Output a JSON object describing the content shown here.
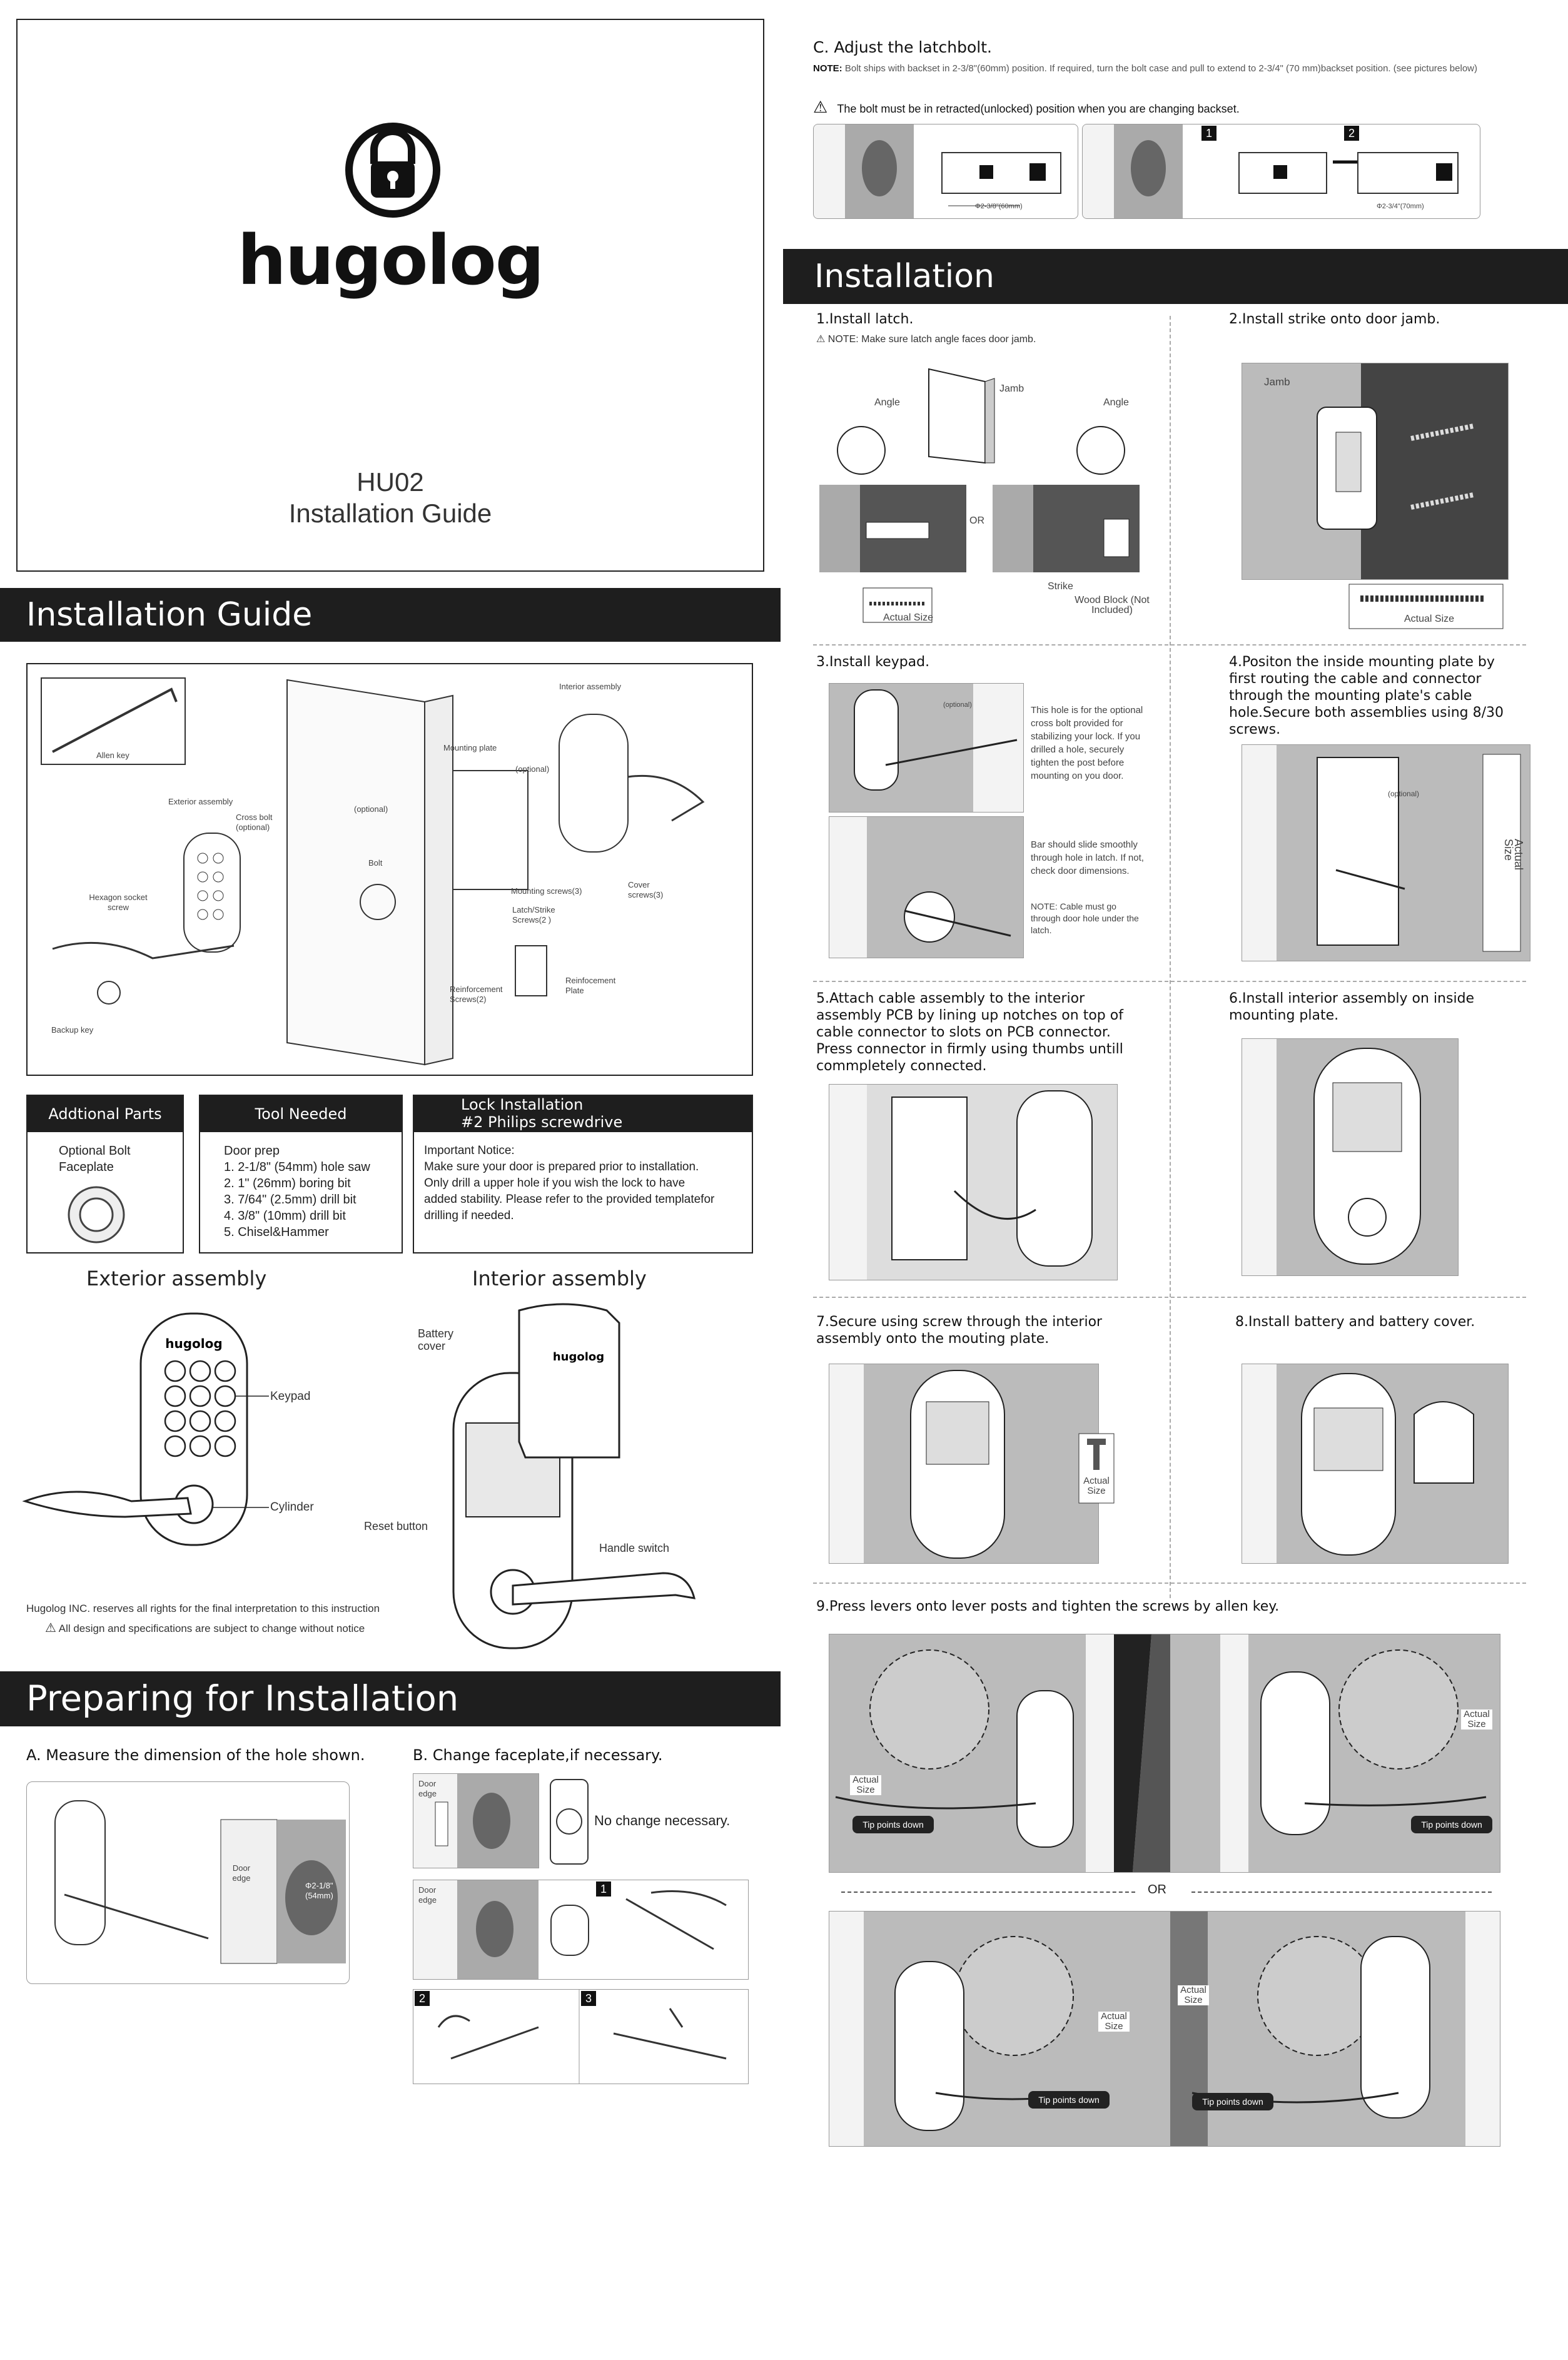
{
  "cover": {
    "brand": "hugolog",
    "model": "HU02",
    "subtitle": "Installation Guide"
  },
  "guide": {
    "title": "Installation Guide",
    "labels": {
      "allen_key": "Allen key",
      "exterior_assembly": "Exterior assembly",
      "cross_bolt": "Cross bolt (optional)",
      "hex_screw": "Hexagon socket screw",
      "backup_key": "Backup key",
      "optional": "(optional)",
      "bolt": "Bolt",
      "mounting_plate": "Mounting plate",
      "interior_assembly": "Interior assembly",
      "optional2": "(optional)",
      "mounting_screws": "Mounting screws(3)",
      "latch_screws": "Latch/Strike Screws(2 )",
      "cover_screws": "Cover screws(3)",
      "reinf_screws": "Reinforcement Screws(2)",
      "reinf_plate": "Reinfocement Plate"
    }
  },
  "parts": {
    "additional": {
      "header": "Addtional Parts",
      "items": [
        "Optional Bolt",
        "Faceplate"
      ]
    },
    "tools": {
      "header": "Tool Needed",
      "items": [
        "Door prep",
        "1. 2-1/8\" (54mm) hole saw",
        "2. 1\" (26mm) boring bit",
        "3. 7/64\" (2.5mm) drill bit",
        "4. 3/8\" (10mm) drill bit",
        "5. Chisel&Hammer"
      ]
    },
    "lock": {
      "header1": "Lock Installation",
      "header2": "#2 Philips screwdrive",
      "notice": [
        "Important Notice:",
        "Make sure your door is prepared prior to installation.",
        "Only drill a upper hole if you wish the lock to have",
        "added stability. Please refer to the provided templatefor",
        "drilling if needed."
      ]
    }
  },
  "assemblies": {
    "exterior_title": "Exterior assembly",
    "interior_title": "Interior assembly",
    "keypad": "Keypad",
    "cylinder": "Cylinder",
    "battery_cover": "Battery cover",
    "reset_button": "Reset button",
    "handle_switch": "Handle switch",
    "brand": "hugolog"
  },
  "footer": {
    "rights": "Hugolog INC. reserves all rights for the final interpretation to this instruction",
    "notice": "All design and specifications are subject to change without notice"
  },
  "preparing": {
    "title": "Preparing for Installation",
    "a": "A. Measure the dimension of the hole shown.",
    "b": "B. Change faceplate,if necessary.",
    "door_edge": "Door edge",
    "hole_size": "Φ2-1/8\" (54mm)",
    "no_change": "No change necessary.",
    "nums": [
      "1",
      "2",
      "3"
    ]
  },
  "adjust": {
    "title": "C. Adjust the latchbolt.",
    "note_label": "NOTE:",
    "note": "Bolt ships with backset in 2-3/8\"(60mm) position. If required, turn the bolt case and pull to extend to 2-3/4\" (70 mm)backset position. (see pictures below)",
    "warning": "The bolt must be in retracted(unlocked) position when you are changing backset.",
    "dims": [
      "Φ2-3/8\"(60mm)",
      "Φ2-3/4\"(70mm)"
    ],
    "nums": [
      "1",
      "2"
    ]
  },
  "installation": {
    "title": "Installation",
    "steps": {
      "s1": "1.Install latch.",
      "s1_note": "NOTE: Make sure latch angle faces door jamb.",
      "s2": "2.Install strike onto door jamb.",
      "s3": "3.Install keypad.",
      "s4": "4.Positon the inside mounting plate by first routing the cable and connector through the mounting plate's cable hole.Secure both assemblies using 8/30 screws.",
      "s5": "5.Attach cable assembly to the interior assembly PCB by lining up notches on top of cable connector to slots on PCB connector. Press connector in firmly using thumbs untill commpletely connected.",
      "s6": "6.Install interior assembly on inside mounting plate.",
      "s7": "7.Secure using screw through the interior assembly onto the mouting plate.",
      "s8": "8.Install battery and battery cover.",
      "s9": "9.Press levers onto lever posts and tighten the screws by allen key."
    },
    "labels": {
      "jamb": "Jamb",
      "angle": "Angle",
      "or": "OR",
      "strike": "Strike",
      "wood_block": "Wood Block (Not Included)",
      "actual_size": "Actual Size",
      "optional": "(optional)",
      "hole_note": "This hole is for the optional cross bolt provided for stabilizing your lock. If you drilled a hole, securely tighten the post before mounting on you door.",
      "bar_note": "Bar should slide smoothly through hole in latch. If not, check door dimensions.",
      "cable_note": "NOTE: Cable must go through door hole under the latch.",
      "tip": "Tip points down",
      "or_divider": "OR"
    }
  }
}
